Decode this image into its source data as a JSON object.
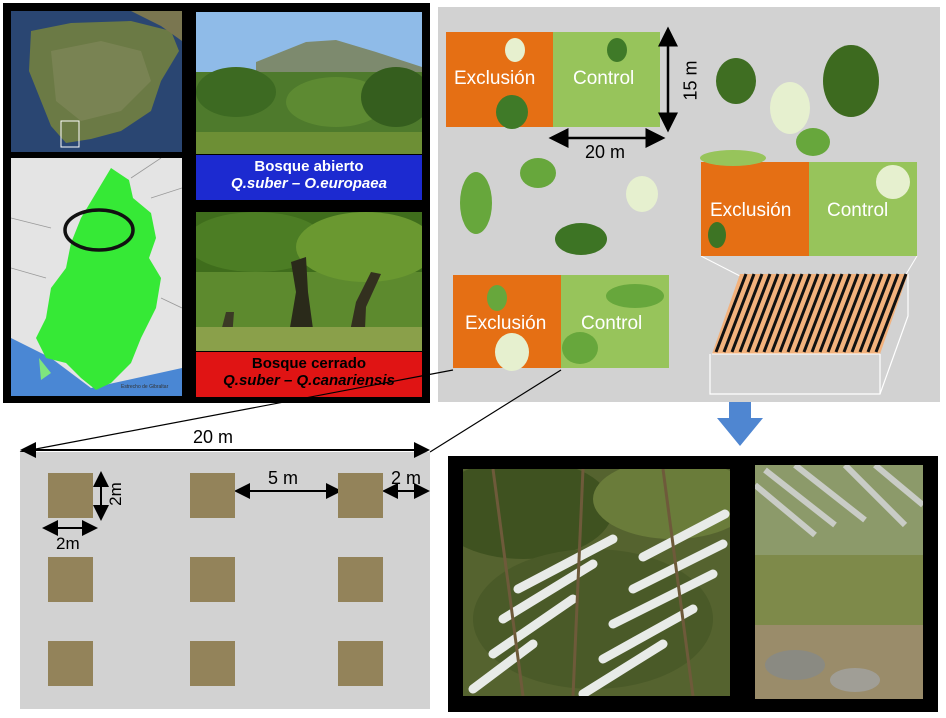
{
  "top_left": {
    "open_forest": {
      "title": "Bosque abierto",
      "species": "Q.suber – O.europaea"
    },
    "closed_forest": {
      "title": "Bosque cerrado",
      "species": "Q.suber – Q.canariensis"
    },
    "map_caption": "Estrecho de Gibraltar"
  },
  "scheme": {
    "plots": [
      {
        "exclusion_label": "Exclusión",
        "control_label": "Control"
      },
      {
        "exclusion_label": "Exclusión",
        "control_label": "Control"
      },
      {
        "exclusion_label": "Exclusión",
        "control_label": "Control"
      }
    ],
    "dim_height": "15 m",
    "dim_width": "20 m"
  },
  "subplots": {
    "total_width": "20 m",
    "spacing": "5 m",
    "edge": "2 m",
    "square_h": "2m",
    "square_w": "2m"
  },
  "colors": {
    "exclusion": "#e56f14",
    "control": "#97c45b",
    "open_banner": "#1c2ad0",
    "closed_banner": "#e01414",
    "square": "#93835a",
    "background_grey": "#d2d2d2",
    "arrow": "#4f86d1"
  }
}
